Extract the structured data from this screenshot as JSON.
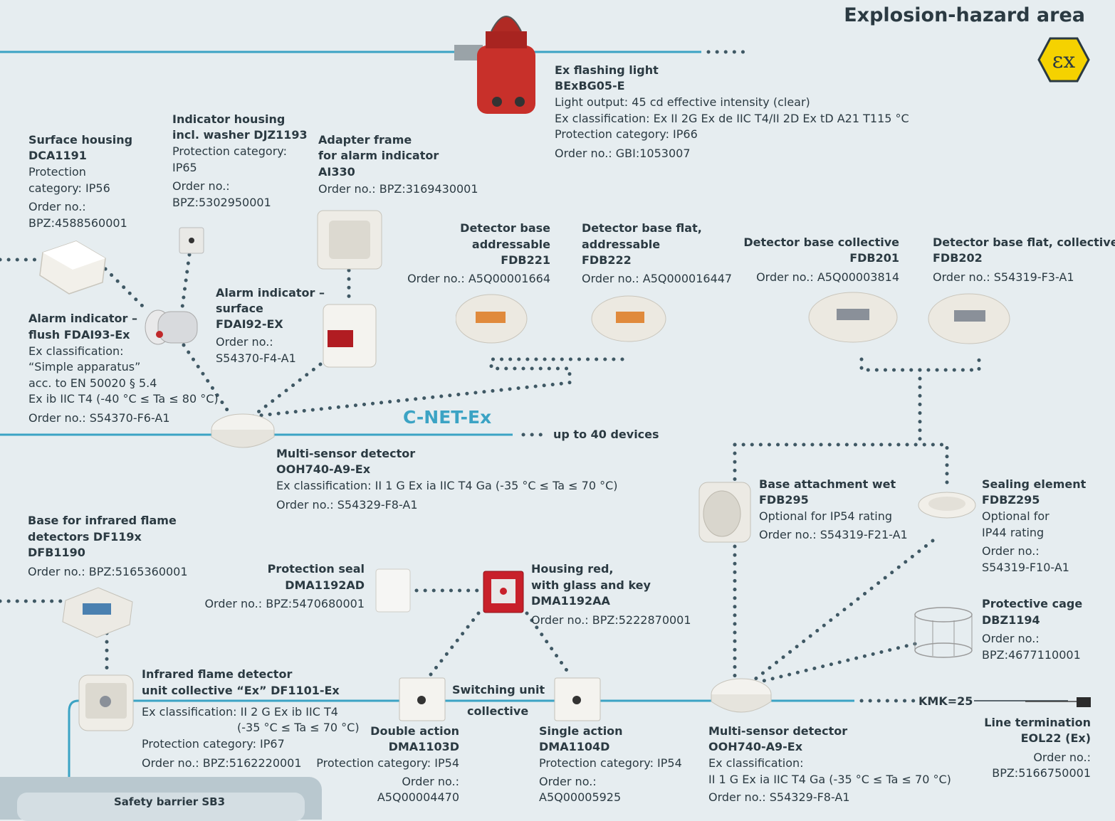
{
  "header": {
    "title": "Explosion-hazard area",
    "ex_symbol": "Ex",
    "ex_symbol_icon": "ex-hazard-icon"
  },
  "bus": {
    "name": "C-NET-Ex",
    "capacity": "up to 40 devices",
    "kmk": "KMK=25"
  },
  "colors": {
    "bus_line": "#3ba3c4",
    "background": "#e6edf0",
    "text": "#2b3a42",
    "ex_yellow": "#f5d200"
  },
  "devices": {
    "flashing_light": {
      "title1": "Ex flashing light",
      "title2": "BExBG05-E",
      "line1": "Light output: 45 cd effective intensity (clear)",
      "line2": "Ex classification: Ex II 2G Ex de IIC T4/II 2D Ex tD A21 T115 °C",
      "line3": "Protection category: IP66",
      "order": "Order no.: GBI:1053007"
    },
    "surface_housing": {
      "title1": "Surface housing",
      "title2": "DCA1191",
      "line1": "Protection",
      "line2": "category: IP56",
      "order1": "Order no.:",
      "order2": "BPZ:4588560001"
    },
    "indicator_housing": {
      "title1": "Indicator housing",
      "title2": "incl. washer DJZ1193",
      "line1": "Protection category:",
      "line2": "IP65",
      "order1": "Order no.:",
      "order2": "BPZ:5302950001"
    },
    "adapter_frame": {
      "title1": "Adapter frame",
      "title2": "for alarm indicator",
      "title3": "AI330",
      "order": "Order no.: BPZ:3169430001"
    },
    "base_fdb221": {
      "title1": "Detector base",
      "title2": "addressable",
      "title3": "FDB221",
      "order": "Order no.: A5Q00001664"
    },
    "base_fdb222": {
      "title1": "Detector base flat,",
      "title2": "addressable",
      "title3": "FDB222",
      "order": "Order no.: A5Q000016447"
    },
    "base_fdb201": {
      "title1": "Detector base collective",
      "title2": "FDB201",
      "order": "Order no.: A5Q00003814"
    },
    "base_fdb202": {
      "title1": "Detector base flat, collective",
      "title2": "FDB202",
      "order": "Order no.: S54319-F3-A1"
    },
    "alarm_flush": {
      "title1": "Alarm indicator –",
      "title2": "flush FDAI93-Ex",
      "line1": "Ex classification:",
      "line2": "“Simple apparatus”",
      "line3": "acc. to EN 50020 § 5.4",
      "line4": "Ex ib IIC T4 (-40 °C ≤ Ta ≤ 80 °C)",
      "order": "Order no.: S54370-F6-A1"
    },
    "alarm_surface": {
      "title1": "Alarm indicator –",
      "title2": "surface",
      "title3": "FDAI92-EX",
      "order1": "Order no.:",
      "order2": "S54370-F4-A1"
    },
    "multisensor_top": {
      "title1": "Multi-sensor detector",
      "title2": "OOH740-A9-Ex",
      "line1": "Ex classification: II 1 G Ex ia IIC T4 Ga (-35 °C ≤ Ta ≤ 70 °C)",
      "order": "Order no.: S54329-F8-A1"
    },
    "base_wet": {
      "title1": "Base attachment wet",
      "title2": "FDB295",
      "line1": "Optional for IP54 rating",
      "order": "Order no.: S54319-F21-A1"
    },
    "sealing": {
      "title1": "Sealing element",
      "title2": "FDBZ295",
      "line1": "Optional for",
      "line2": "IP44 rating",
      "order1": "Order no.:",
      "order2": "S54319-F10-A1"
    },
    "base_ir": {
      "title1": "Base for infrared flame",
      "title2": "detectors DF119x",
      "title3": "DFB1190",
      "order": "Order no.: BPZ:5165360001"
    },
    "protection_seal": {
      "title1": "Protection seal",
      "title2": "DMA1192AD",
      "order": "Order no.: BPZ:5470680001"
    },
    "housing_red": {
      "title1": "Housing red,",
      "title2": "with glass and key",
      "title3": "DMA1192AA",
      "order": "Order no.: BPZ:5222870001"
    },
    "protective_cage": {
      "title1": "Protective cage",
      "title2": "DBZ1194",
      "order1": "Order no.:",
      "order2": "BPZ:4677110001"
    },
    "ir_flame": {
      "title1": "Infrared flame detector",
      "title2": "unit collective “Ex” DF1101-Ex",
      "line1": "Ex classification: II 2 G Ex ib IIC T4",
      "line2": "(-35 °C ≤ Ta ≤ 70 °C)",
      "line3": "Protection category: IP67",
      "order": "Order no.: BPZ:5162220001"
    },
    "switching_unit": {
      "line1": "Switching unit",
      "line2": "collective"
    },
    "double_action": {
      "title1": "Double action",
      "title2": "DMA1103D",
      "line1": "Protection category: IP54",
      "order1": "Order no.:",
      "order2": "A5Q00004470"
    },
    "single_action": {
      "title1": "Single action",
      "title2": "DMA1104D",
      "line1": "Protection category: IP54",
      "order1": "Order no.:",
      "order2": "A5Q00005925"
    },
    "multisensor_bottom": {
      "title1": "Multi-sensor detector",
      "title2": "OOH740-A9-Ex",
      "line1": "Ex classification:",
      "line2": "II 1 G Ex ia IIC T4 Ga (-35 °C ≤ Ta ≤ 70 °C)",
      "order": "Order no.: S54329-F8-A1"
    },
    "line_termination": {
      "title1": "Line termination",
      "title2": "EOL22 (Ex)",
      "order1": "Order no.:",
      "order2": "BPZ:5166750001"
    },
    "safety_barrier": {
      "title": "Safety barrier SB3"
    }
  }
}
